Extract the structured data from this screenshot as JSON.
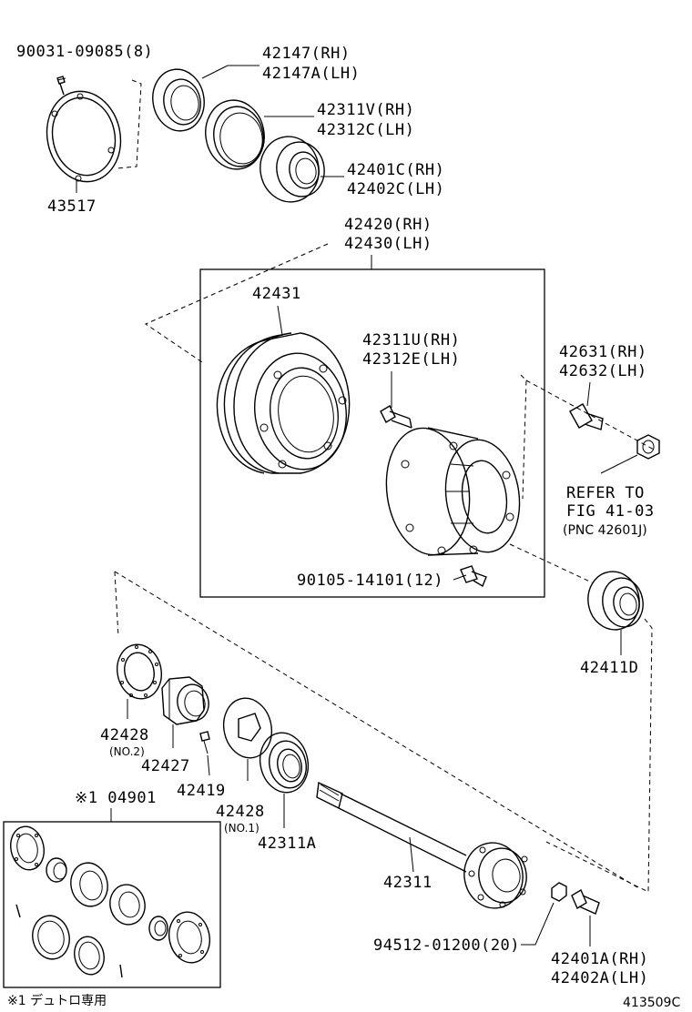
{
  "labels": {
    "p90031": "90031-09085(8)",
    "p42147rh": "42147(RH)",
    "p42147lh": "42147A(LH)",
    "p42311v": "42311V(RH)",
    "p42312c": "42312C(LH)",
    "p42401c": "42401C(RH)",
    "p42402c": "42402C(LH)",
    "p43517": "43517",
    "p42420": "42420(RH)",
    "p42430": "42430(LH)",
    "p42431": "42431",
    "p42311u": "42311U(RH)",
    "p42312e": "42312E(LH)",
    "p42631": "42631(RH)",
    "p42632": "42632(LH)",
    "refer1": "REFER TO",
    "refer2": "FIG 41-03",
    "refer3": "(PNC 42601J)",
    "p90105": "90105-14101(12)",
    "p42411d": "42411D",
    "p42428a": "42428",
    "p42428a_no": "(NO.2)",
    "p42427": "42427",
    "p42419": "42419",
    "p42428b": "42428",
    "p42428b_no": "(NO.1)",
    "p42311a": "42311A",
    "p04901": "※1 04901",
    "p42311": "42311",
    "p94512": "94512-01200(20)",
    "p42401a": "42401A(RH)",
    "p42402a": "42402A(LH)",
    "footnote": "※1 デュトロ専用",
    "figcode": "413509C"
  }
}
